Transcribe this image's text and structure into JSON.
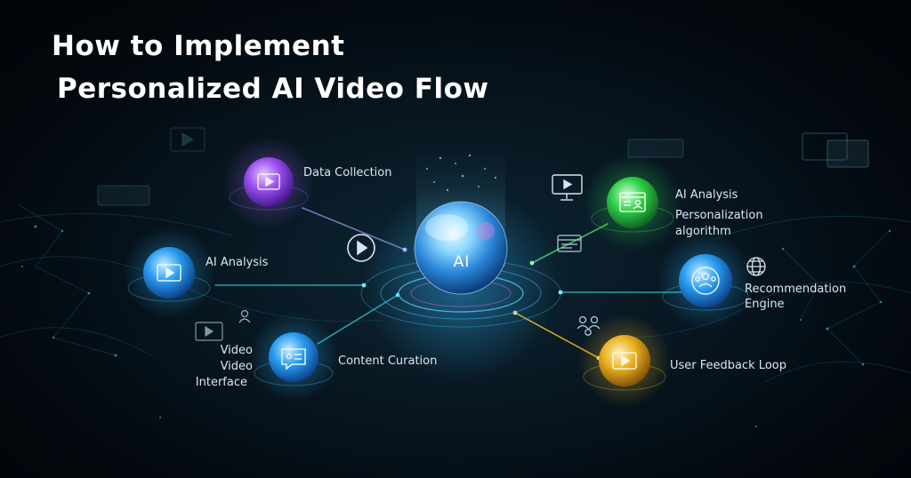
{
  "title": {
    "line1": "How to Implement",
    "line2": "Personalized AI Video Flow"
  },
  "center": {
    "label": "AI",
    "color": "#5ec8ff"
  },
  "nodes": {
    "data_collection": {
      "label": "Data Collection",
      "icon": "video-player-icon",
      "color": "#a35cf0"
    },
    "ai_analysis_left": {
      "label": "AI Analysis",
      "icon": "video-player-icon",
      "color": "#2f9ef0"
    },
    "content_curation": {
      "label": "Content Curation",
      "icon": "chat-media-icon",
      "color": "#2aaaf0"
    },
    "ai_analysis_right": {
      "label": "AI Analysis",
      "icon": "profile-window-icon",
      "color": "#2fd24a"
    },
    "personalization": {
      "line1": "Personalization",
      "line2": "algorithm"
    },
    "recommendation": {
      "line1": "Recommendation",
      "line2": "Engine",
      "icon": "users-network-icon",
      "color": "#2f9ef0"
    },
    "user_feedback": {
      "label": "User Feedback Loop",
      "icon": "video-player-icon",
      "color": "#e8b020"
    }
  },
  "side_text": {
    "line1": "Video",
    "line2": "Video",
    "line3": "Interface"
  },
  "decor_icons": [
    "play-circle-icon",
    "monitor-play-icon",
    "video-window-icon",
    "user-icon",
    "people-icon",
    "globe-icon",
    "video-frame-icon"
  ]
}
